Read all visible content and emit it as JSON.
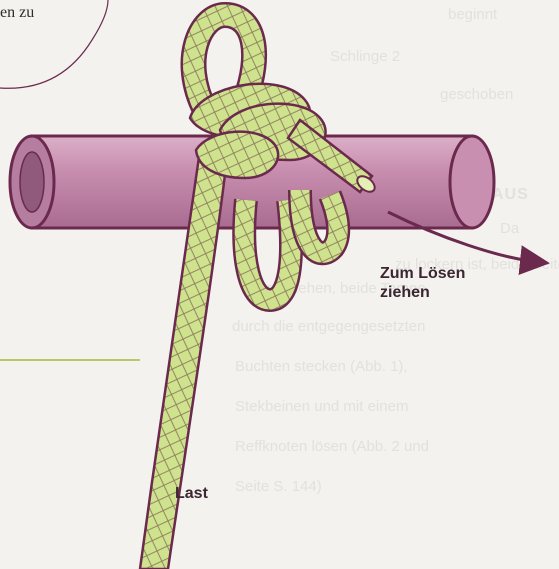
{
  "corner_text": "en zu",
  "labels": {
    "release_line1": "Zum Lösen",
    "release_line2": "ziehen",
    "load": "Last"
  },
  "background_text": {
    "heading": "AUS",
    "lines": [
      "Da",
      "zu lockern ist, beide Seiten",
      "durchziehen, beide Tampe",
      "durch die entgegengesetzten",
      "Buchten stecken (Abb. 1),",
      "Stekbeinen und mit einem",
      "Reffknoten lösen (Abb. 2 und",
      "Seite S. 144)"
    ],
    "top_lines": [
      "beginnt",
      "Schlinge 2",
      "geschoben"
    ]
  },
  "colors": {
    "background": "#f3f2ee",
    "pipe": "#c98fb0",
    "outline": "#6b2a4d",
    "rope": "#cfe38e",
    "rope_pattern": "#8a7a5a",
    "accent_line": "#b7c96a",
    "text": "#3b2632"
  }
}
